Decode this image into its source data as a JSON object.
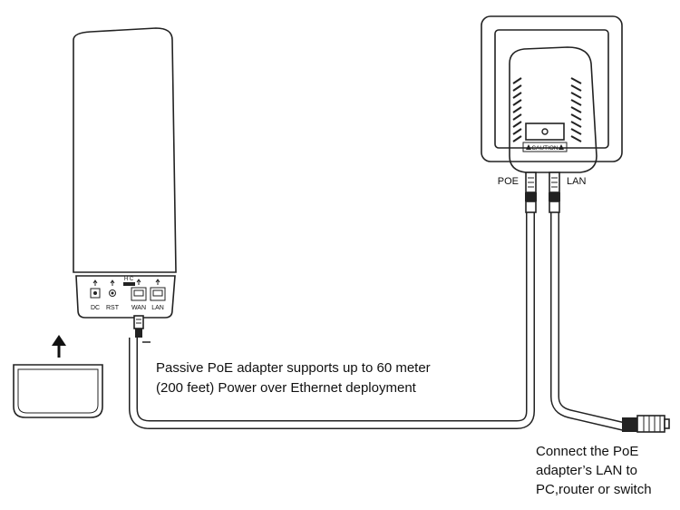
{
  "unit_ports": {
    "dc": "DC",
    "rst": "RST",
    "wan": "WAN",
    "lan": "LAN",
    "hc": "H C"
  },
  "adapter": {
    "poe_label": "POE",
    "lan_label": "LAN",
    "caution_text": "CAUTION"
  },
  "caption_lines": [
    "Passive PoE adapter supports up to 60 meter",
    "(200 feet) Power over Ethernet deployment"
  ],
  "note_lines": [
    "Connect the PoE",
    "adapter’s LAN to",
    "PC,router or switch"
  ]
}
